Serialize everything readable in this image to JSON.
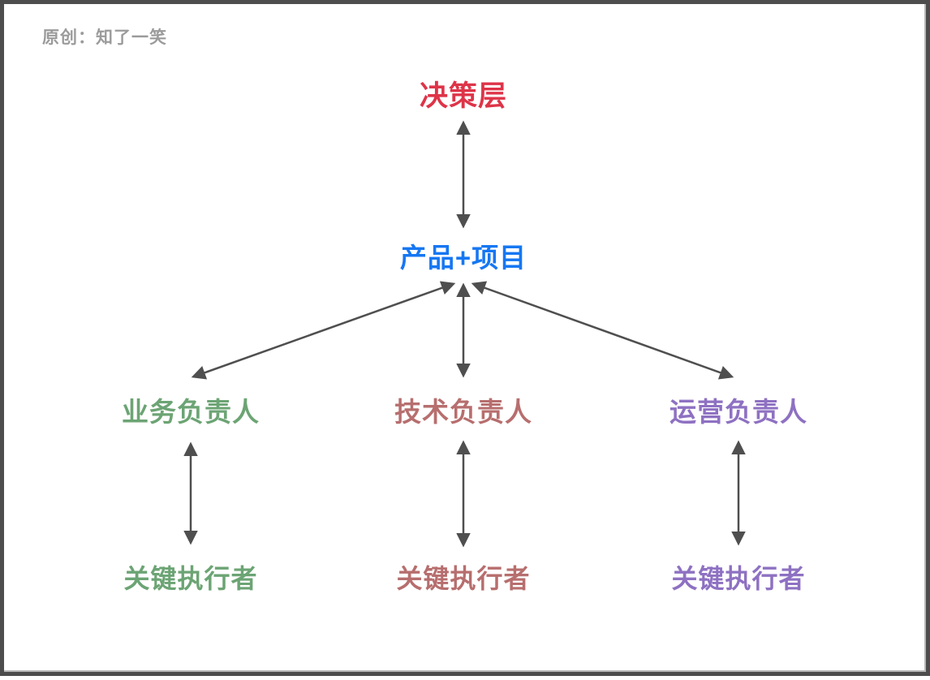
{
  "credit": "原创：知了一笑",
  "diagram": {
    "arrow_color": "#4f4f4f",
    "top": {
      "label": "决策层",
      "color": "#de3448"
    },
    "hub": {
      "label": "产品+项目",
      "color": "#1677f2"
    },
    "branches": [
      {
        "owner": "业务负责人",
        "executor": "关键执行者",
        "color": "#6ca474"
      },
      {
        "owner": "技术负责人",
        "executor": "关键执行者",
        "color": "#b76e6e"
      },
      {
        "owner": "运营负责人",
        "executor": "关键执行者",
        "color": "#8e71c2"
      }
    ]
  }
}
